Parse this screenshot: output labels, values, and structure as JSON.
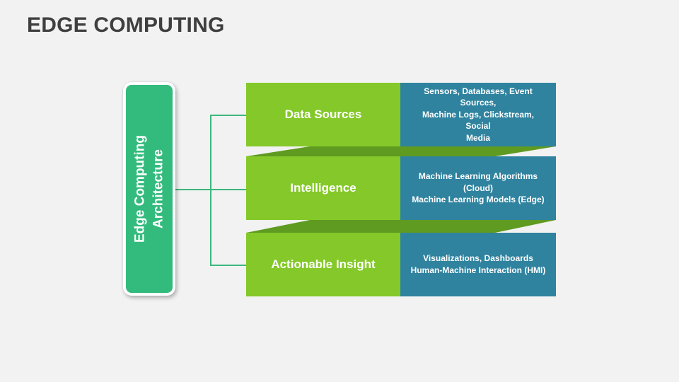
{
  "slide": {
    "title": "EDGE COMPUTING"
  },
  "architecture_box": {
    "label": "Edge Computing\nArchitecture"
  },
  "rows": [
    {
      "label": "Data Sources",
      "description": "Sensors, Databases, Event Sources,\nMachine Logs, Clickstream, Social\nMedia"
    },
    {
      "label": "Intelligence",
      "description": "Machine Learning Algorithms\n(Cloud)\nMachine Learning Models (Edge)"
    },
    {
      "label": "Actionable Insight",
      "description": "Visualizations, Dashboards\nHuman-Machine Interaction (HMI)"
    }
  ],
  "colors": {
    "background": "#F2F2F2",
    "title_text": "#3F3F3F",
    "architecture_box_bg": "#33BB7D",
    "connector_line": "#3CB87E",
    "row_label_bg": "#84C929",
    "row_description_bg": "#2F839F",
    "fold_band": "#5F9A21",
    "text_on_color": "#FFFFFF"
  }
}
